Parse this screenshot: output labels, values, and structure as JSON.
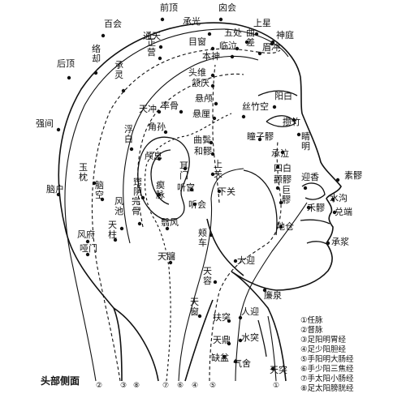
{
  "title": "头部侧面",
  "legend": [
    "①任脉",
    "②督脉",
    "③足阳明胃经",
    "④足少阳胆经",
    "⑤手阳明大肠经",
    "⑥手少阳三焦经",
    "⑦手太阳小肠经",
    "⑧足太阳膀胱经"
  ],
  "bottom_numbers": [
    "②",
    "③",
    "⑧",
    "⑦",
    "⑥",
    "④",
    "⑤",
    "①"
  ],
  "points": {
    "qianding": "前顶",
    "xinhui": "囟会",
    "baihui": "百会",
    "chengguang": "承光",
    "shangxing": "上星",
    "tongtian": "通天",
    "wuchu": "五处",
    "qucha": "曲差",
    "shenting": "神庭",
    "houding": "后顶",
    "luoque": "络却",
    "zhengying": "正营",
    "muchuang": "目窗",
    "linqi": "临泣",
    "meichong": "眉冲",
    "chengling": "承灵",
    "benshen": "本神",
    "touwei": "头维",
    "hanyan": "颔厌",
    "yangbai": "阳白",
    "xuanlu": "悬颅",
    "xuanli": "悬厘",
    "tianchong": "天冲",
    "shuaigu": "率骨",
    "sizhukong": "丝竹空",
    "cuanzhu": "攒竹",
    "jingming": "睛明",
    "jiaosun": "角孙",
    "qubin": "曲鬓",
    "tongziliao": "瞳子髎",
    "chengqi": "承泣",
    "qiangjian": "强间",
    "fubai": "浮白",
    "heliao": "和髎",
    "sibai": "四白",
    "luxi": "颅息",
    "ermen": "耳门",
    "shangguan": "上关",
    "quanliao": "颧髎",
    "yingxiang": "迎香",
    "suliao": "素髎",
    "yuzhen": "玉枕",
    "naokong": "脑空",
    "qiaoyin": "窍阴",
    "chimai": "瘈脉",
    "tinggong": "听宫",
    "xiaguan": "下关",
    "juliao": "巨髎",
    "shuigou": "水沟",
    "naohu": "脑户",
    "tinghui": "听会",
    "heliao2": "禾髎",
    "duiduan": "兑端",
    "wangu": "完骨",
    "yifeng": "翳风",
    "dicang": "地仓",
    "fengchi": "风池",
    "tianzhu": "天柱",
    "fengfu": "风府",
    "yamen": "哑门",
    "jiache": "颊车",
    "chengjiang": "承浆",
    "daying": "大迎",
    "tianyou": "天牖",
    "tianrong": "天容",
    "lianquan": "廉泉",
    "tianchuang": "天窗",
    "renying": "人迎",
    "futu": "扶突",
    "shuitu": "水突",
    "tianding": "天鼎",
    "quepen": "缺盆",
    "qishe": "气舍",
    "tiantu": "天突"
  }
}
